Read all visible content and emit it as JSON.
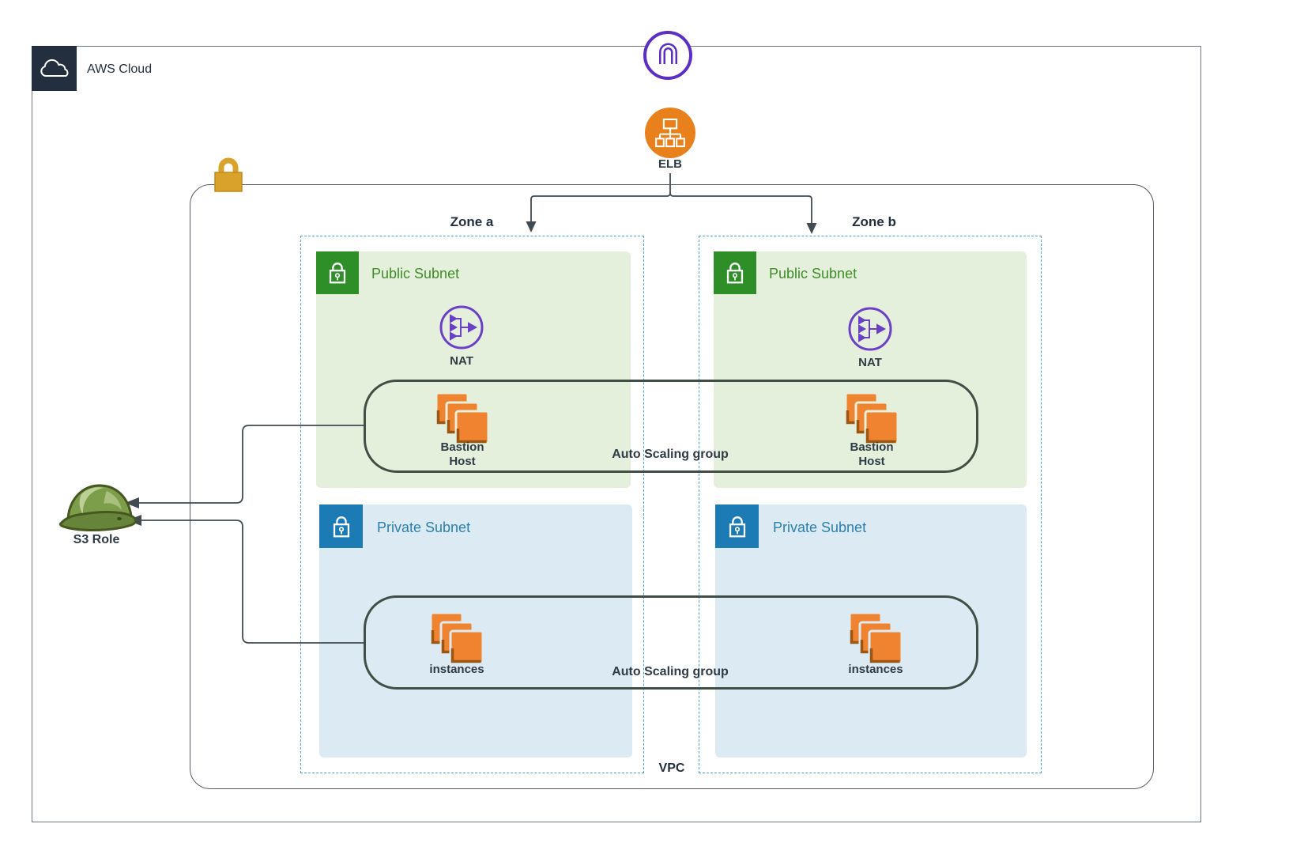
{
  "aws_cloud": {
    "label": "AWS Cloud"
  },
  "internet_gateway": {
    "icon": "internet-gateway-icon"
  },
  "elb": {
    "label": "ELB",
    "icon": "elastic-load-balancer-icon"
  },
  "vpc": {
    "label": "VPC",
    "lock_icon": "lock-icon"
  },
  "s3_role": {
    "label": "S3 Role",
    "icon": "hard-hat-icon"
  },
  "zones": [
    {
      "label": "Zone a",
      "public_subnet": {
        "title": "Public Subnet",
        "nat_label": "NAT"
      },
      "private_subnet": {
        "title": "Private Subnet"
      },
      "bastion_label": "Bastion\nHost",
      "instances_label": "instances"
    },
    {
      "label": "Zone b",
      "public_subnet": {
        "title": "Public Subnet",
        "nat_label": "NAT"
      },
      "private_subnet": {
        "title": "Private Subnet"
      },
      "bastion_label": "Bastion\nHost",
      "instances_label": "instances"
    }
  ],
  "auto_scaling": {
    "bastion_group_label": "Auto Scaling group",
    "instances_group_label": "Auto Scaling group"
  },
  "colors": {
    "aws_dark": "#232F3E",
    "public_subnet_bg": "#E4F0DC",
    "public_subnet_accent": "#2E8F29",
    "public_subnet_text": "#3F8C28",
    "private_subnet_bg": "#DCEBF3",
    "private_subnet_accent": "#1C7AB5",
    "private_subnet_text": "#2B7FAE",
    "gateway_purple": "#5B2EC5",
    "nat_purple": "#6B3FC8",
    "elb_orange": "#E8811C",
    "instance_orange": "#F0832F",
    "instance_shadow": "#9C5613",
    "asg_border": "#414E46",
    "zone_dash_blue": "#4D9FD6",
    "connector": "#424A52",
    "vpc_lock_yellow": "#D9A32B",
    "hard_hat_green": "#7C9E4B"
  }
}
